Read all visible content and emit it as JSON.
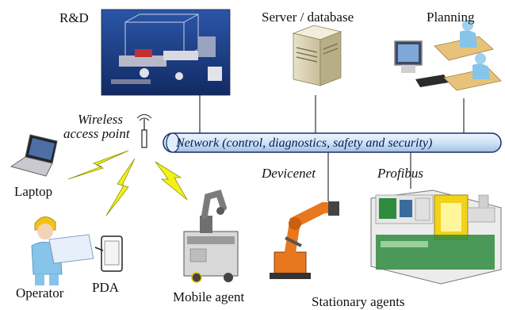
{
  "labels": {
    "rd": "R&D",
    "server": "Server / database",
    "planning": "Planning",
    "wireless_line1": "Wireless",
    "wireless_line2": "access point",
    "network": "Network (control, diagnostics, safety and security)",
    "devicenet": "Devicenet",
    "profibus": "Profibus",
    "laptop": "Laptop",
    "operator": "Operator",
    "pda": "PDA",
    "mobile_agent": "Mobile agent",
    "stationary_agents": "Stationary agents"
  },
  "colors": {
    "network_pipe": "#cfe3f7",
    "network_outline": "#1c2f6b",
    "lightning": "#f2f21a",
    "robot_orange": "#e8771e",
    "machine_green": "#2e8b3e",
    "machine_yellow": "#f2d21a",
    "cad_background": "#1d3e86"
  },
  "icons": {
    "rd": "cad-workcell-icon",
    "server": "server-icon",
    "planning": "workstation-icon",
    "wireless": "antenna-icon",
    "laptop": "laptop-icon",
    "operator": "operator-icon",
    "pda": "pda-icon",
    "mobile_agent": "mobile-robot-icon",
    "robot_arm": "robot-arm-icon",
    "injection_machine": "injection-machine-icon"
  }
}
